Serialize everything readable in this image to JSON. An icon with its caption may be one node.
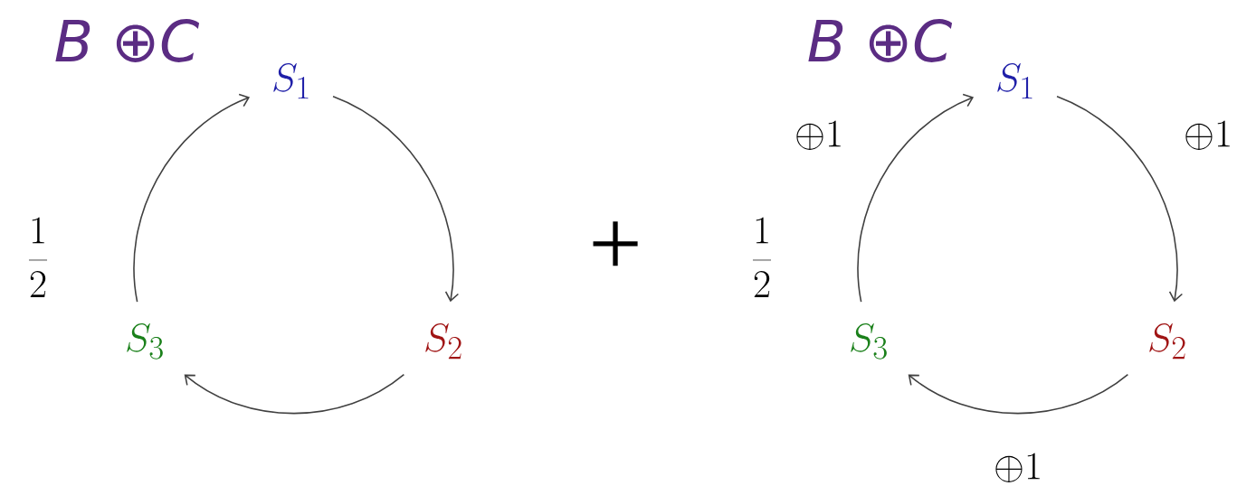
{
  "diagram": {
    "nodes": [
      {
        "text": [
          "S_1"
        ]
      },
      {
        "text": [
          "S_2"
        ]
      },
      {
        "text": [
          "S_3"
        ]
      },
      {
        "text": [
          "S_1"
        ]
      },
      {
        "text": [
          "S_2"
        ]
      },
      {
        "text": [
          "S_3"
        ]
      }
    ],
    "edges": [
      {
        "from": 0,
        "to": 1,
        "arrow": "to"
      },
      {
        "from": 1,
        "to": 2,
        "arrow": "to"
      },
      {
        "from": 2,
        "to": 0,
        "arrow": "to"
      },
      {
        "from": 3,
        "to": 4,
        "arrow": "to",
        "label": "\\oplus 1"
      },
      {
        "from": 4,
        "to": 5,
        "arrow": "to",
        "label": "\\oplus 1"
      },
      {
        "from": 5,
        "to": 3,
        "arrow": "to",
        "label": "\\oplus 1"
      }
    ],
    "labels": [
      "B ⊕C",
      "B ⊕C",
      "\\frac{1}{2}",
      "+",
      "\\frac{1}{2}"
    ]
  }
}
